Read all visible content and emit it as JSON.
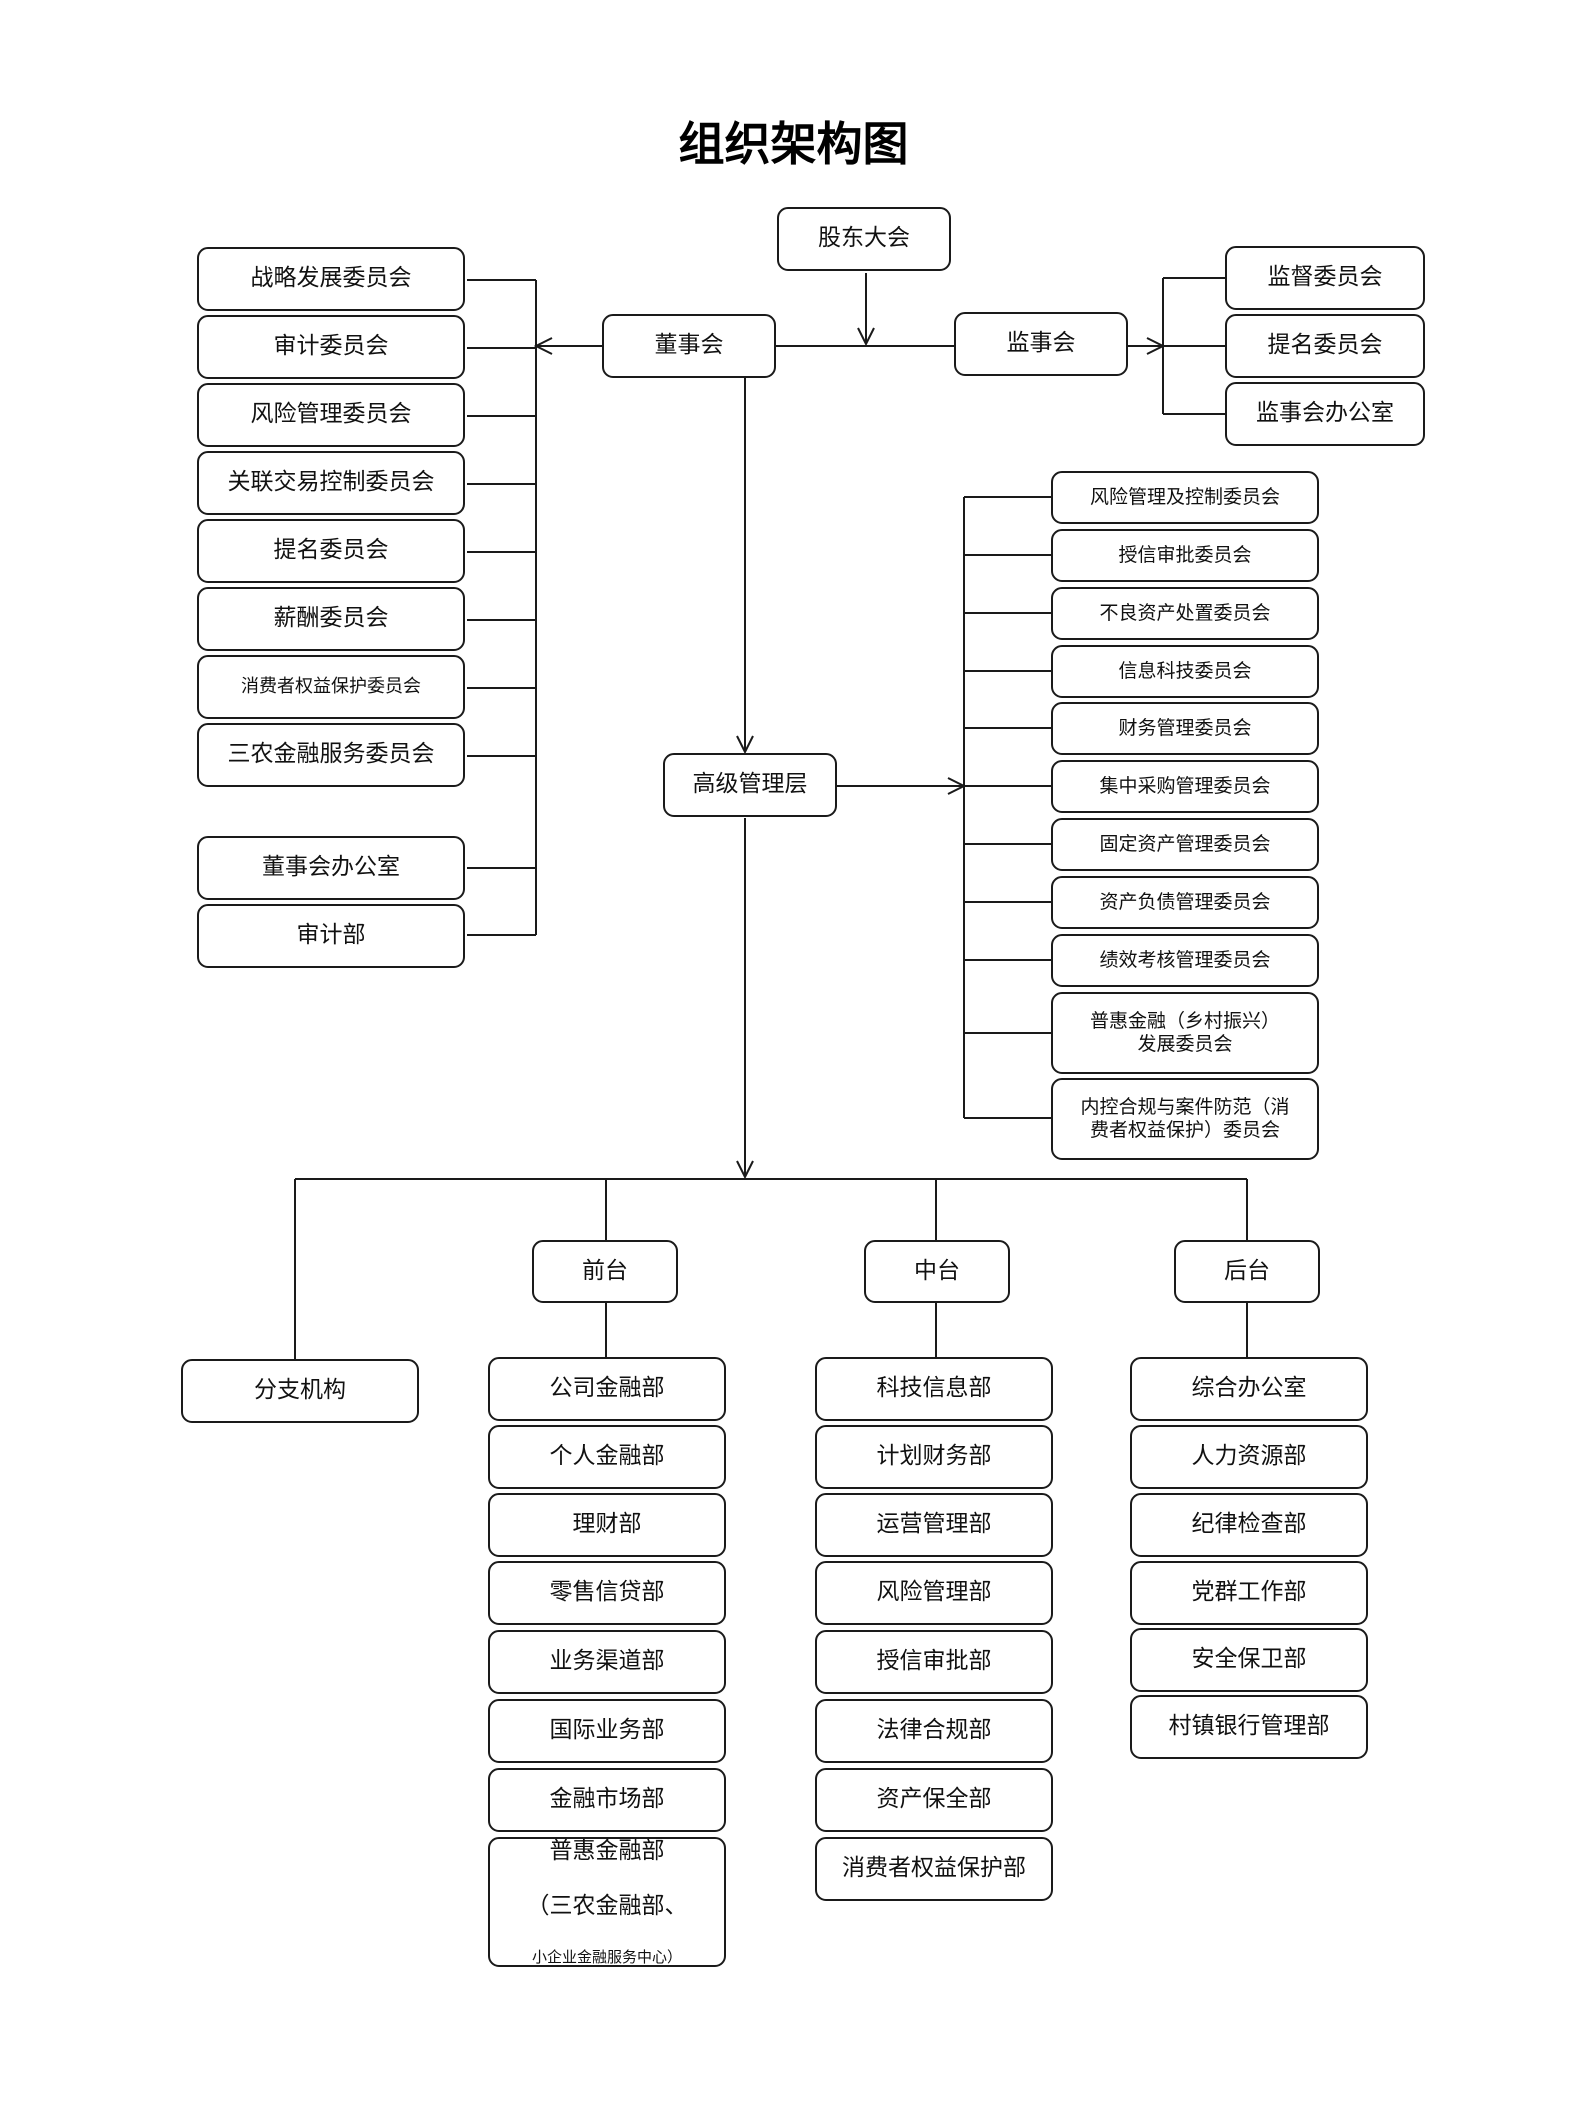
{
  "title": "组织架构图",
  "top": {
    "shareholders": "股东大会",
    "board": "董事会",
    "supervisors": "监事会",
    "senior_mgmt": "高级管理层"
  },
  "board_committees": [
    "战略发展委员会",
    "审计委员会",
    "风险管理委员会",
    "关联交易控制委员会",
    "提名委员会",
    "薪酬委员会",
    "消费者权益保护委员会",
    "三农金融服务委员会"
  ],
  "board_units": [
    "董事会办公室",
    "审计部"
  ],
  "supervisor_units": [
    "监督委员会",
    "提名委员会",
    "监事会办公室"
  ],
  "mgmt_committees": [
    "风险管理及控制委员会",
    "授信审批委员会",
    "不良资产处置委员会",
    "信息科技委员会",
    "财务管理委员会",
    "集中采购管理委员会",
    "固定资产管理委员会",
    "资产负债管理委员会",
    "绩效考核管理委员会",
    "普惠金融（乡村振兴）\n发展委员会",
    "内控合规与案件防范（消\n费者权益保护）委员会"
  ],
  "branch": "分支机构",
  "front": {
    "label": "前台",
    "items": [
      "公司金融部",
      "个人金融部",
      "理财部",
      "零售信贷部",
      "业务渠道部",
      "国际业务部",
      "金融市场部"
    ],
    "last": {
      "line1": "普惠金融部",
      "line2": "（三农金融部、",
      "line3": "小企业金融服务中心）"
    }
  },
  "middle": {
    "label": "中台",
    "items": [
      "科技信息部",
      "计划财务部",
      "运营管理部",
      "风险管理部",
      "授信审批部",
      "法律合规部",
      "资产保全部",
      "消费者权益保护部"
    ]
  },
  "back": {
    "label": "后台",
    "items": [
      "综合办公室",
      "人力资源部",
      "纪律检查部",
      "党群工作部",
      "安全保卫部",
      "村镇银行管理部"
    ]
  }
}
